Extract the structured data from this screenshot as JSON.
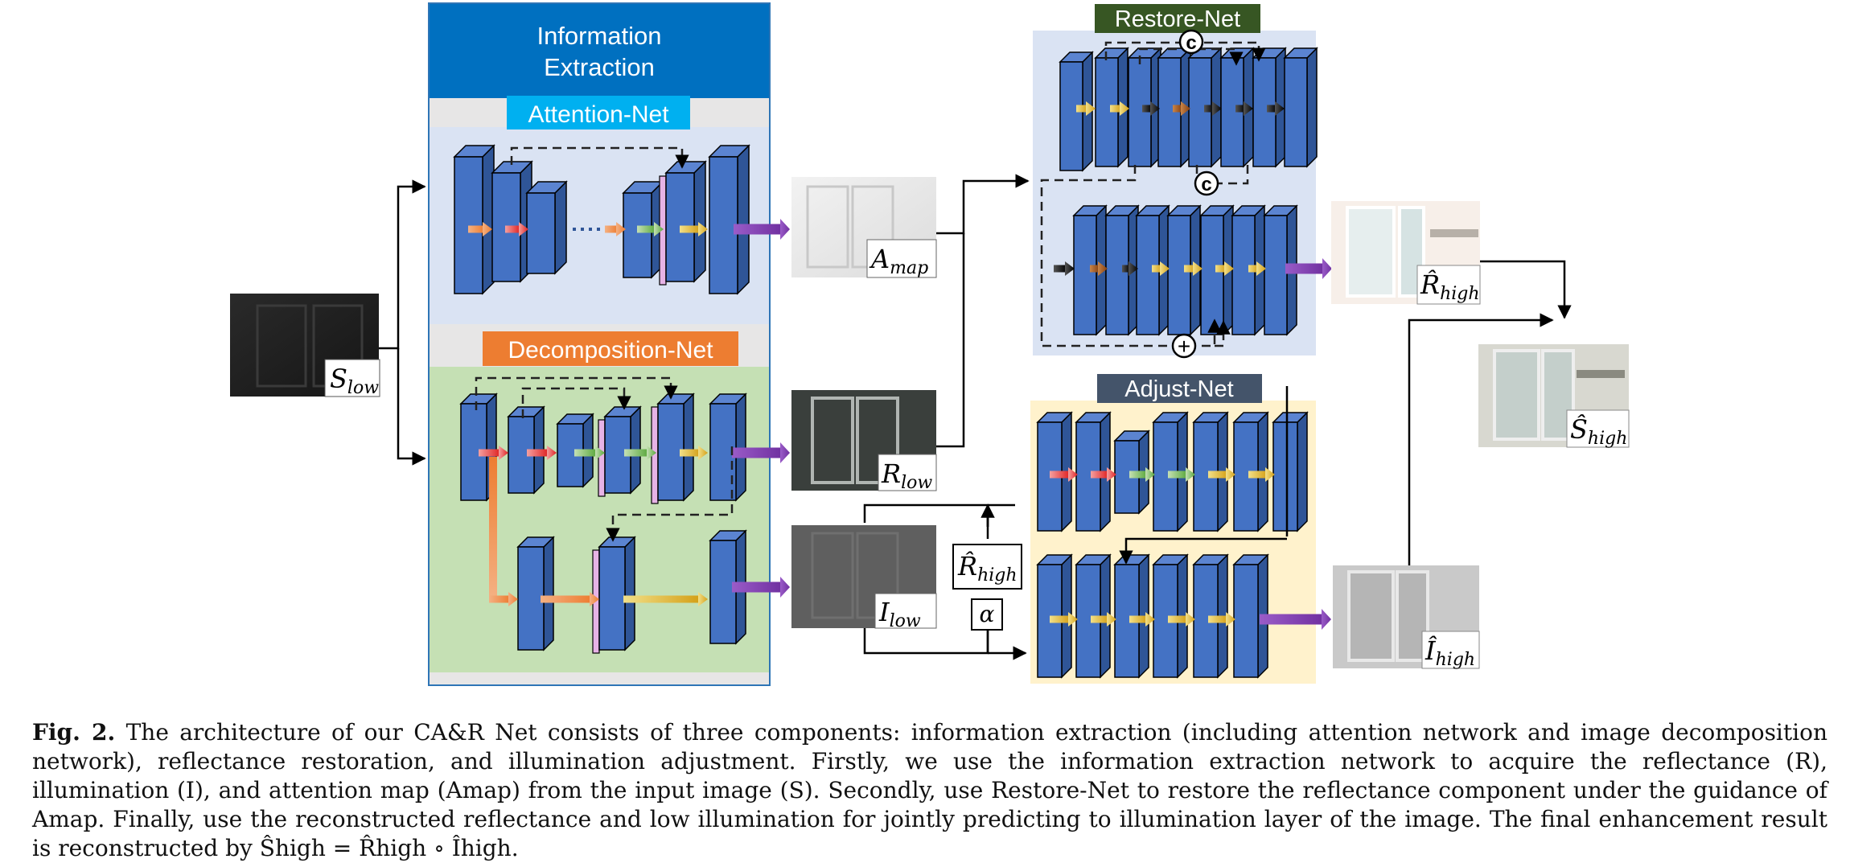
{
  "panels": {
    "info_extraction": "Information\nExtraction",
    "info_extraction_l1": "Information",
    "info_extraction_l2": "Extraction",
    "attention_net": "Attention-Net",
    "decomposition_net": "Decomposition-Net",
    "restore_net": "Restore-Net",
    "adjust_net": "Adjust-Net"
  },
  "images": {
    "s_low": {
      "base": "S",
      "sub": "low"
    },
    "a_map": {
      "base": "A",
      "sub": "map"
    },
    "r_low": {
      "base": "R",
      "sub": "low"
    },
    "i_low": {
      "base": "I",
      "sub": "low"
    },
    "r_high": {
      "base": "R̂",
      "sub": "high"
    },
    "s_high": {
      "base": "Ŝ",
      "sub": "high"
    },
    "i_high": {
      "base": "Î",
      "sub": "high"
    }
  },
  "side_labels": {
    "r_high_input": {
      "base": "R̂",
      "sub": "high"
    },
    "alpha": "α"
  },
  "ops": {
    "concat": "c",
    "add": "+"
  },
  "colors": {
    "info_header": "#0070c0",
    "attention_label": "#00b0f0",
    "decomposition_label": "#ed7d31",
    "restore_label": "#375623",
    "adjust_label": "#44546a",
    "panel_blue": "#dae3f3",
    "panel_green": "#c5e0b4",
    "panel_yellow": "#fff2cc",
    "layer_fill": "#4472c4",
    "layer_side": "#2f5597",
    "output_arrow": "#7030a0"
  },
  "caption": {
    "fig_label": "Fig. 2.",
    "text": "The architecture of our CA&R Net consists of three components: information extraction (including attention network and image decomposition network), reflectance restoration, and illumination adjustment. Firstly, we use the information extraction network to acquire the reflectance (R), illumination (I), and attention map (Amap) from the input image (S). Secondly, use Restore-Net to restore the reflectance component under the guidance of Amap. Finally, use the reconstructed reflectance and low illumination for jointly predicting to illumination layer of the image. The final enhancement result is reconstructed by Ŝhigh = R̂high ∘ Îhigh."
  }
}
